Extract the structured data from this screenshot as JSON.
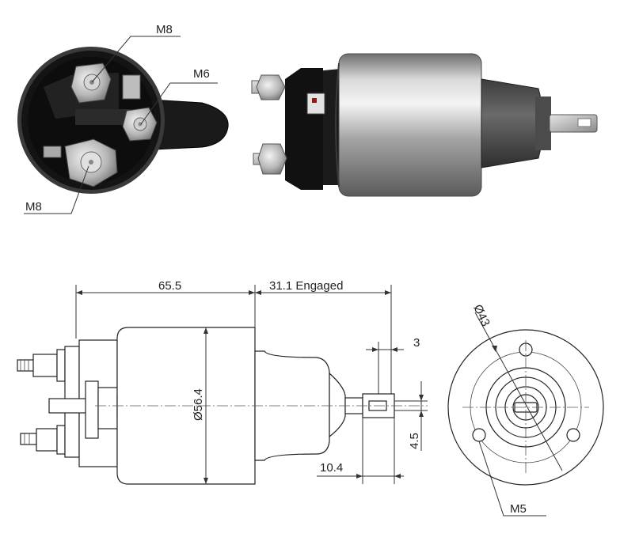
{
  "photo_labels": {
    "terminal_top": "M8",
    "terminal_small": "M6",
    "terminal_bottom": "M8"
  },
  "dimensions": {
    "body_length": "65.5",
    "engaged_stroke": "31.1 Engaged",
    "body_diameter": "Ø56.4",
    "plunger_offset": "3",
    "plunger_width": "4.5",
    "plunger_length": "10.4",
    "flange_diameter": "Ø43",
    "mount_thread": "M5"
  },
  "colors": {
    "steel": "#a9a9a9",
    "bakelite": "#1c1c1c",
    "line": "#333333"
  }
}
